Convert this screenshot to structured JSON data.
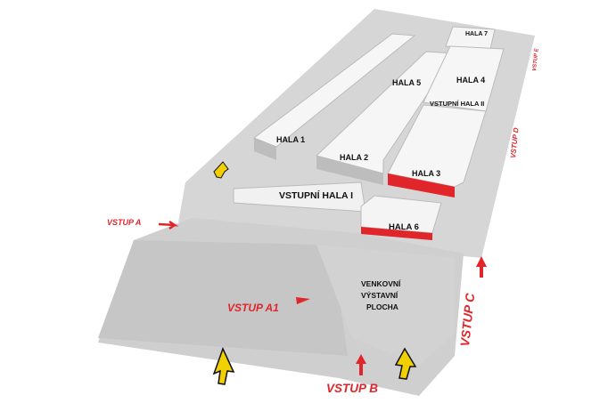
{
  "halls": {
    "hala7": "HALA 7",
    "hala5": "HALA 5",
    "hala4": "HALA 4",
    "vstupni_hala_2": "VSTUPNÍ HALA II",
    "hala1": "HALA 1",
    "hala2": "HALA 2",
    "hala3": "HALA 3",
    "vstupni_hala_1": "VSTUPNÍ HALA I",
    "hala6": "HALA 6"
  },
  "entries": {
    "vstup_a": "VSTUP A",
    "vstup_a1": "VSTUP A1",
    "vstup_b": "VSTUP B",
    "vstup_c": "VSTUP C",
    "vstup_d": "VSTUP D",
    "vstup_e": "VSTUP E"
  },
  "outdoor_area": {
    "line1": "VENKOVNÍ",
    "line2": "VÝSTAVNÍ",
    "line3": "PLOCHA"
  },
  "colors": {
    "ground": "#d9d9d9",
    "roof": "#f4f4f4",
    "wall": "#c8c8c8",
    "accent_red": "#e1262b",
    "arrow_yellow": "#f0d000"
  }
}
